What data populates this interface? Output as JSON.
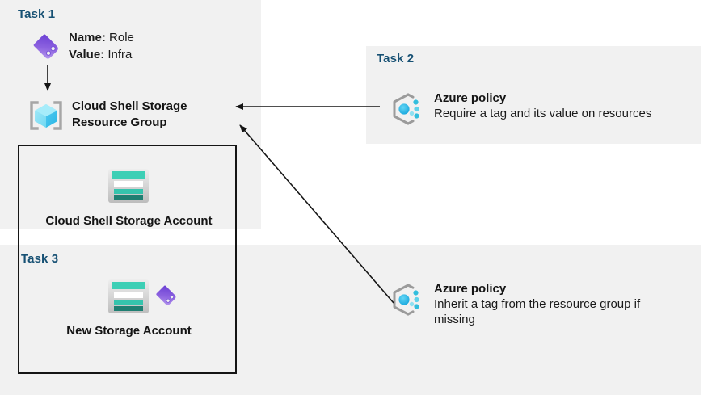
{
  "diagram": {
    "title": "Azure tags and policy tasks",
    "background": "#ffffff",
    "panel_color": "#f1f1f1",
    "task_label_color": "#175174",
    "accent_cyan": "#32bedd",
    "accent_purple": "#7a4ddb",
    "accent_teal": "#3dcfb5",
    "line_color": "#1a1a1a"
  },
  "task1": {
    "label": "Task 1",
    "tag_icon": "tag-icon",
    "tag": {
      "name_key": "Name:",
      "name_value": "Role",
      "value_key": "Value:",
      "value_value": "Infra"
    },
    "arrow": "down-arrow",
    "resource_group": {
      "icon": "resource-group-icon",
      "caption": "Cloud Shell Storage Resource Group"
    }
  },
  "task2": {
    "label": "Task 2",
    "policy": {
      "icon": "azure-policy-icon",
      "title": "Azure policy",
      "description": "Require a tag and its value on resources"
    },
    "arrow": "left-arrow-to-resource-group"
  },
  "group_box": {
    "existing_account": {
      "icon": "storage-account-icon",
      "caption": "Cloud Shell Storage Account"
    },
    "task3": {
      "label": "Task 3",
      "new_account": {
        "icon": "storage-account-icon",
        "tag_icon": "tag-icon",
        "caption": "New Storage Account"
      }
    }
  },
  "policy_inherit": {
    "icon": "azure-policy-icon",
    "title": "Azure policy",
    "description": "Inherit a tag from the resource group if missing",
    "arrow": "diagonal-arrow-to-resource-group"
  }
}
